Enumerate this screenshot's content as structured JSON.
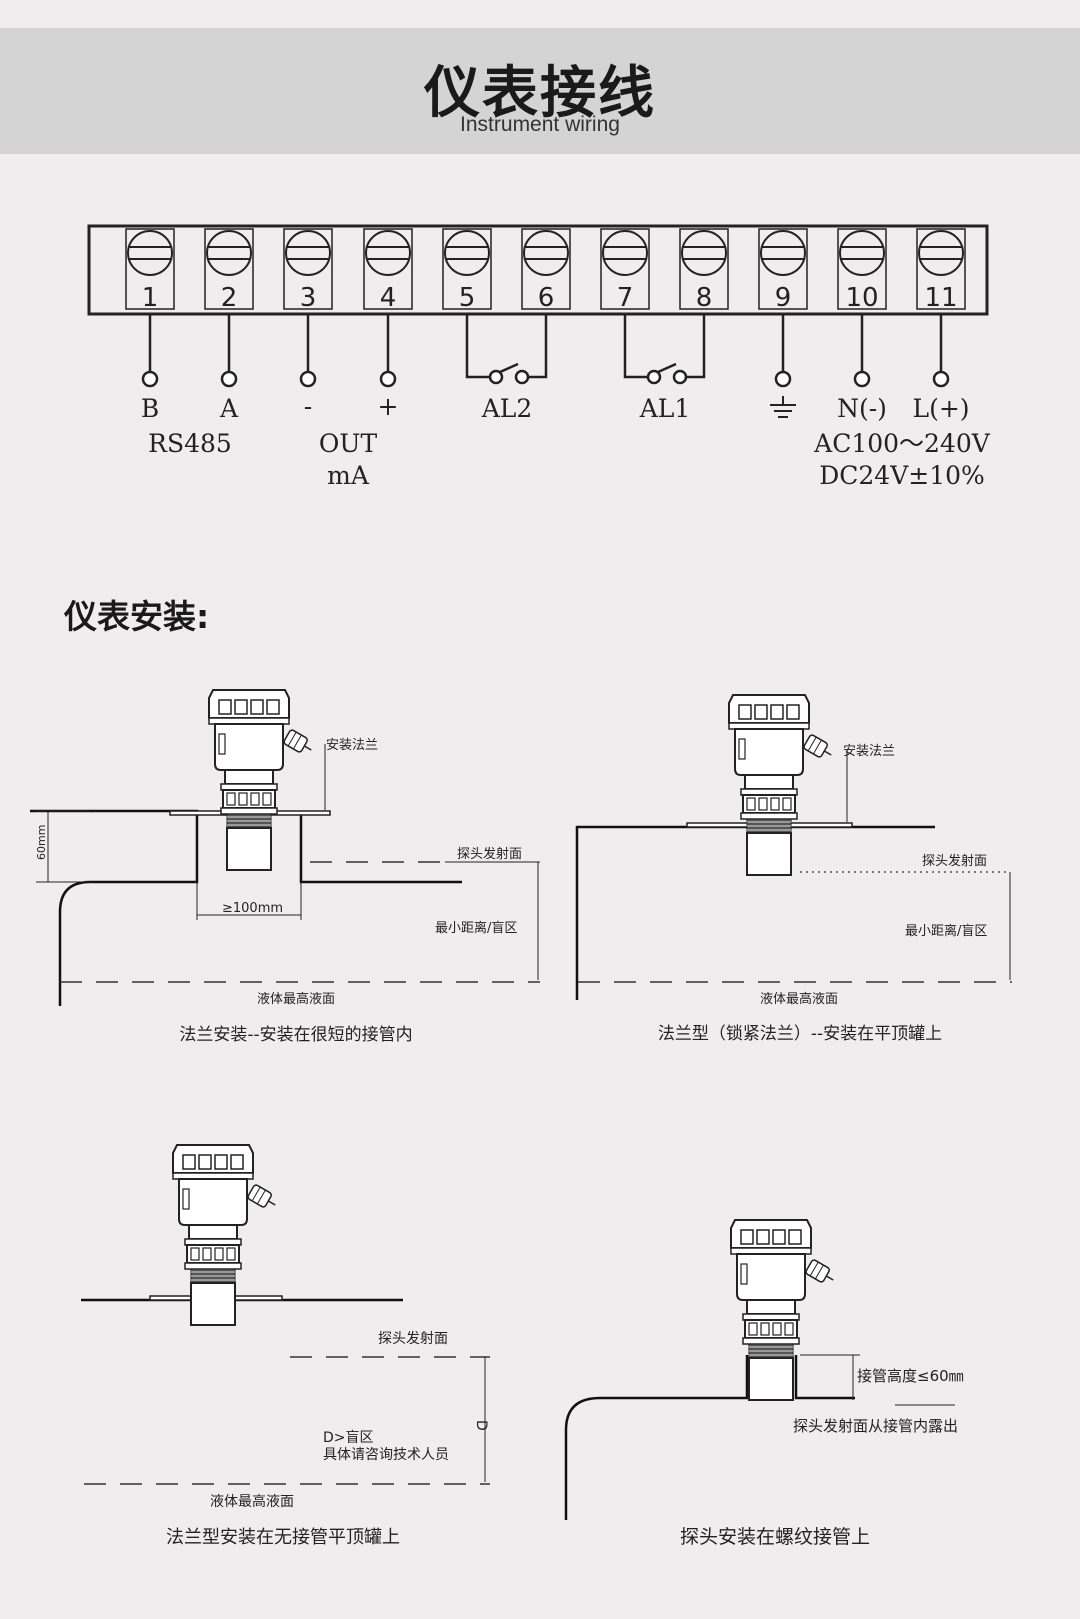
{
  "header": {
    "title": "仪表接线",
    "subtitle": "Instrument wiring"
  },
  "terminals": [
    "1",
    "2",
    "3",
    "4",
    "5",
    "6",
    "7",
    "8",
    "9",
    "10",
    "11"
  ],
  "wiring": {
    "b": "B",
    "a": "A",
    "minus": "-",
    "plus": "+",
    "al2": "AL2",
    "al1": "AL1",
    "n": "N(-)",
    "l": "L(+)",
    "rs485": "RS485",
    "out": "OUT",
    "ma": "mA",
    "ac": "AC100～240V",
    "dc": "DC24V±10%"
  },
  "install": {
    "section_title": "仪表安装:",
    "d1": {
      "flange": "安装法兰",
      "probe_face": "探头发射面",
      "min_dist": "最小距离/盲区",
      "max_level": "液体最高液面",
      "height": "60mm",
      "width": "≥100mm",
      "caption": "法兰安装--安装在很短的接管内"
    },
    "d2": {
      "flange": "安装法兰",
      "probe_face": "探头发射面",
      "min_dist": "最小距离/盲区",
      "max_level": "液体最高液面",
      "caption": "法兰型（锁紧法兰）--安装在平顶罐上"
    },
    "d3": {
      "probe_face": "探头发射面",
      "d_label": "D",
      "note1": "D>盲区",
      "note2": "具体请咨询技术人员",
      "max_level": "液体最高液面",
      "caption": "法兰型安装在无接管平顶罐上"
    },
    "d4": {
      "nozzle_height": "接管高度≤60㎜",
      "exposed": "探头发射面从接管内露出",
      "caption": "探头安装在螺纹接管上"
    }
  }
}
